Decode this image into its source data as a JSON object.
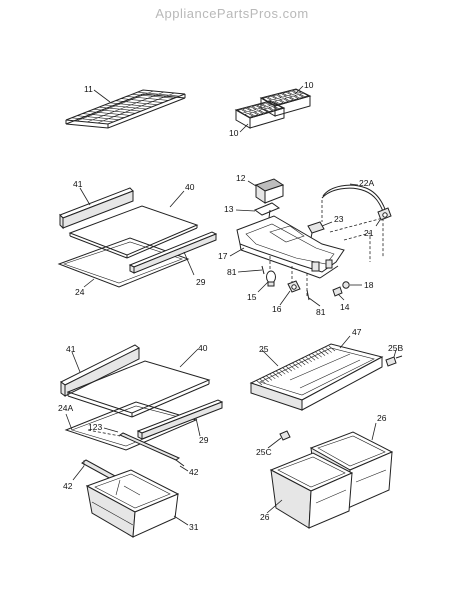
{
  "watermark": "AppliancePartsPros.com",
  "callouts": {
    "p11": "11",
    "p10a": "10",
    "p10b": "10",
    "p41a": "41",
    "p40a": "40",
    "p24": "24",
    "p29a": "29",
    "p12": "12",
    "p22A": "22A",
    "p13": "13",
    "p23": "23",
    "p21": "21",
    "p17": "17",
    "p81a": "81",
    "p15": "15",
    "p16": "16",
    "p81b": "81",
    "p14": "14",
    "p18": "18",
    "p41b": "41",
    "p40b": "40",
    "p24A": "24A",
    "p123": "123",
    "p29b": "29",
    "p42a": "42",
    "p42b": "42",
    "p31": "31",
    "p25": "25",
    "p47": "47",
    "p25B": "25B",
    "p26a": "26",
    "p25C": "25C",
    "p26b": "26"
  }
}
